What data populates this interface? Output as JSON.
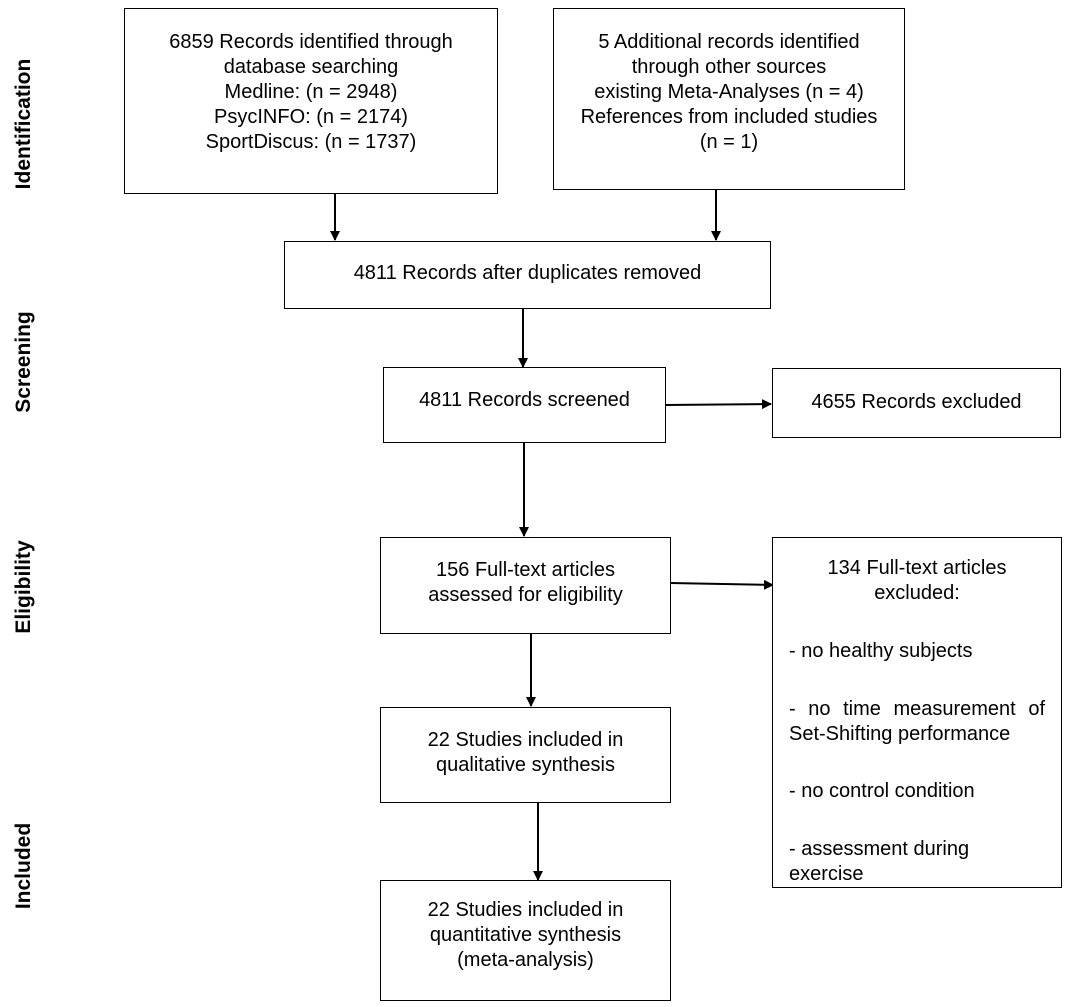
{
  "stages": {
    "identification": "Identification",
    "screening": "Screening",
    "eligibility": "Eligibility",
    "included": "Included"
  },
  "boxes": {
    "database_search": {
      "lines": [
        "6859 Records identified through",
        "database searching",
        "Medline: (n = 2948)",
        "PsycINFO: (n = 2174)",
        "SportDiscus: (n = 1737)"
      ]
    },
    "other_sources": {
      "lines": [
        "5 Additional records identified",
        "through other sources",
        "existing Meta-Analyses (n = 4)",
        "References from included studies",
        "(n = 1)"
      ]
    },
    "after_duplicates": {
      "lines": [
        "4811 Records after duplicates removed"
      ]
    },
    "screened": {
      "lines": [
        "4811 Records screened"
      ]
    },
    "excluded": {
      "lines": [
        "4655 Records excluded"
      ]
    },
    "full_text_assessed": {
      "lines": [
        "156 Full-text articles",
        "assessed for eligibility"
      ]
    },
    "full_text_excluded": {
      "header": [
        "134 Full-text articles",
        "excluded:"
      ],
      "reasons": [
        "- no healthy subjects",
        "- no time measurement of",
        "Set-Shifting performance",
        "- no control condition",
        "- assessment during exercise"
      ]
    },
    "qualitative": {
      "lines": [
        "22 Studies included in",
        "qualitative synthesis"
      ]
    },
    "quantitative": {
      "lines": [
        "22 Studies included in",
        "quantitative synthesis",
        "(meta-analysis)"
      ]
    }
  }
}
